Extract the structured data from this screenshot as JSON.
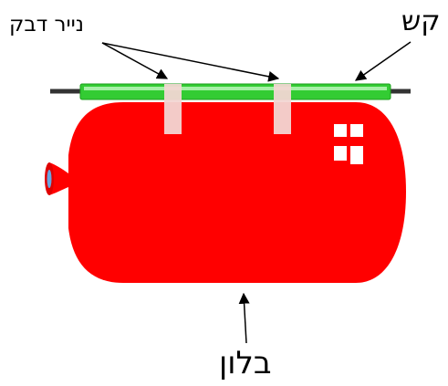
{
  "labels": {
    "tape": "נייר דבק",
    "straw": "קש",
    "balloon": "בלון"
  },
  "colors": {
    "balloon": "#ff0000",
    "straw": "#33cc33",
    "straw_highlight": "#a6f0a6",
    "string": "#333333",
    "tape": "#f2d6d3",
    "arrow": "#000000",
    "window": "#ffffff"
  }
}
